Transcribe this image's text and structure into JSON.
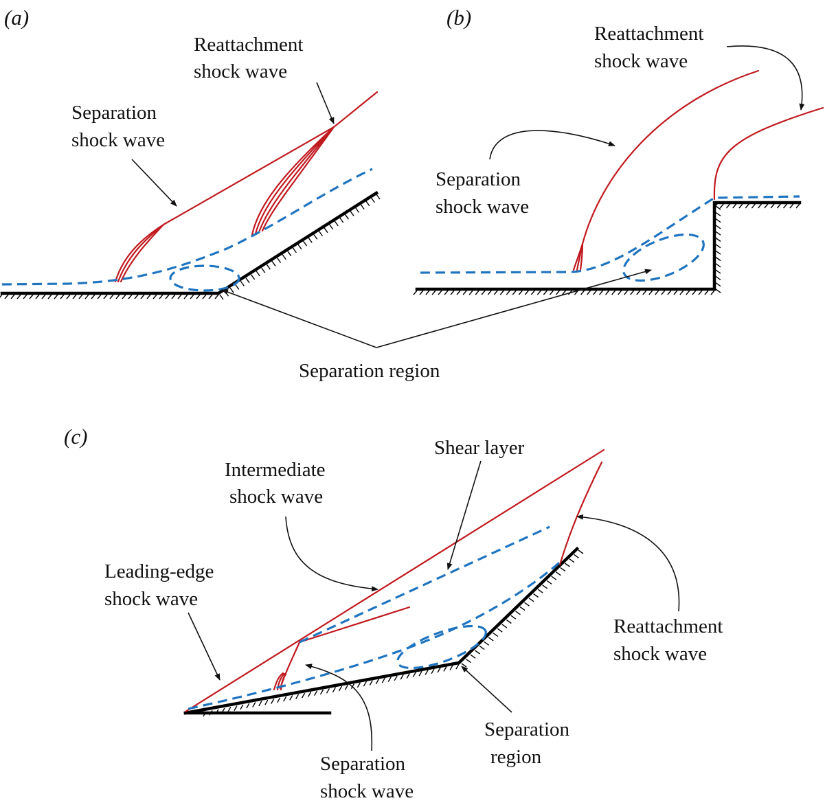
{
  "colors": {
    "shock": "#c0191e",
    "flow": "#1f74c0",
    "wall": "#000000",
    "text": "#111111"
  },
  "panels": {
    "a": {
      "tag": "(a)",
      "labels": {
        "reattachment_1": "Reattachment",
        "reattachment_2": "shock wave",
        "separation_1": "Separation",
        "separation_2": "shock wave"
      }
    },
    "b": {
      "tag": "(b)",
      "labels": {
        "reattachment_1": "Reattachment",
        "reattachment_2": "shock wave",
        "separation_1": "Separation",
        "separation_2": "shock wave"
      }
    },
    "shared_label": "Separation region",
    "c": {
      "tag": "(c)",
      "labels": {
        "shear_layer": "Shear layer",
        "intermediate_1": "Intermediate",
        "intermediate_2": "shock wave",
        "leading_edge_1": "Leading-edge",
        "leading_edge_2": "shock wave",
        "reattachment_1": "Reattachment",
        "reattachment_2": "shock wave",
        "separation_region_1": "Separation",
        "separation_region_2": "region",
        "separation_shock_1": "Separation",
        "separation_shock_2": "shock wave"
      }
    }
  }
}
